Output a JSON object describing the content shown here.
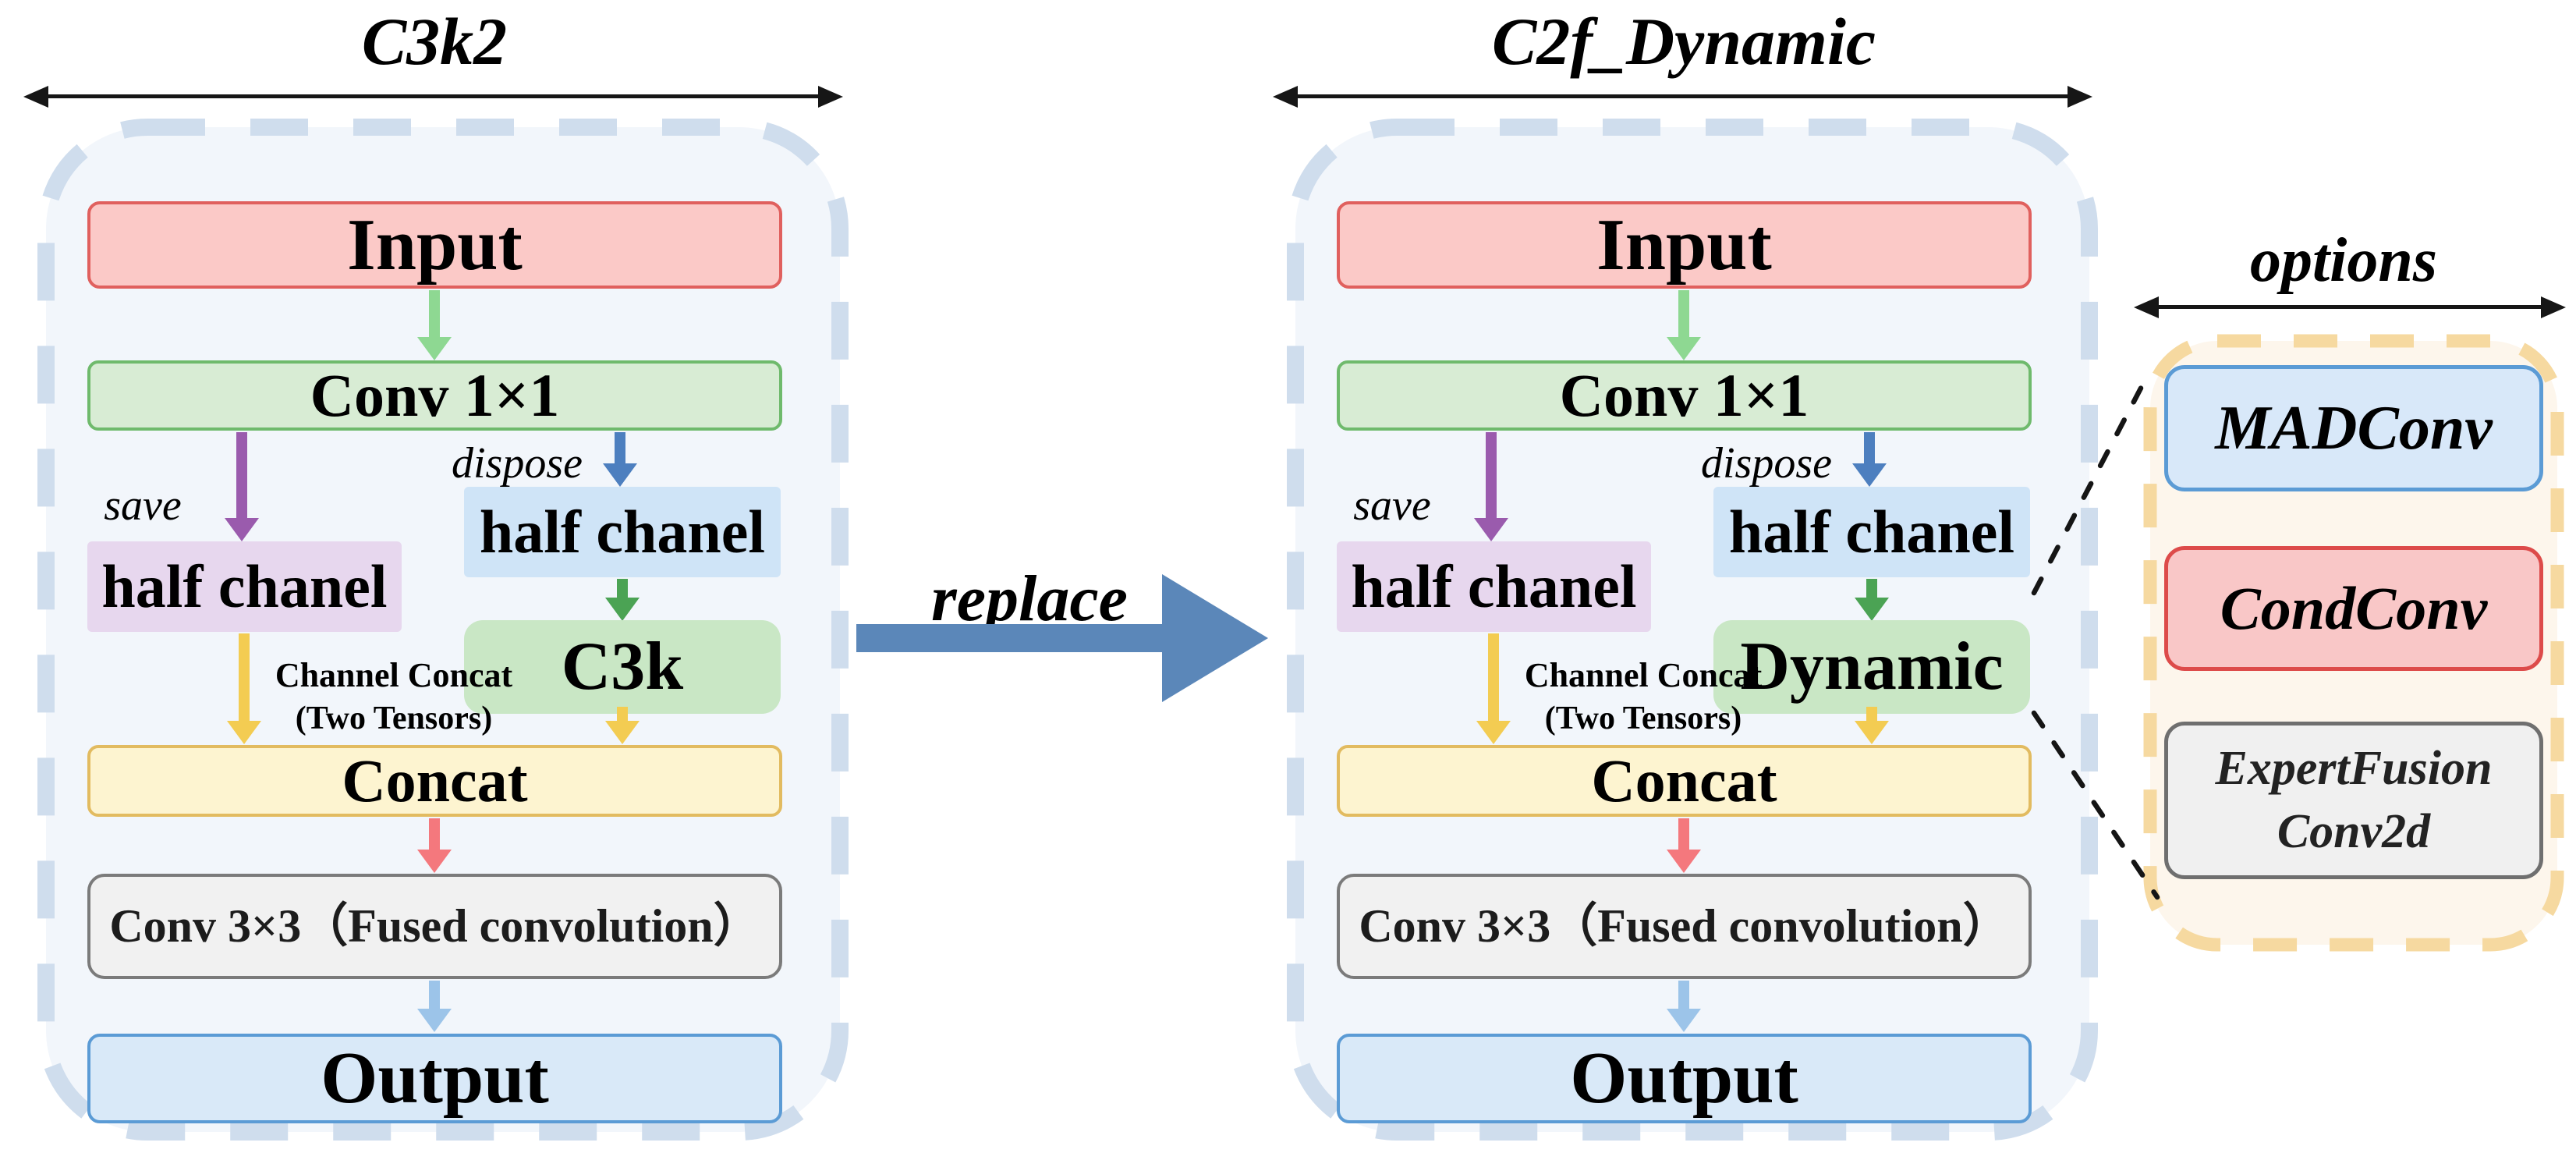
{
  "left": {
    "title": "C3k2",
    "input": "Input",
    "conv1": "Conv 1×1",
    "save": "save",
    "dispose": "dispose",
    "half_save": "half chanel",
    "half_dispose": "half chanel",
    "branch": "C3k",
    "concat_note1": "Channel Concat",
    "concat_note2": "(Two Tensors)",
    "concat": "Concat",
    "conv3": "Conv 3×3（Fused convolution）",
    "output": "Output"
  },
  "right": {
    "title": "C2f_Dynamic",
    "input": "Input",
    "conv1": "Conv 1×1",
    "save": "save",
    "dispose": "dispose",
    "half_save": "half chanel",
    "half_dispose": "half chanel",
    "branch": "Dynamic",
    "concat_note1": "Channel Concat",
    "concat_note2": "(Two Tensors)",
    "concat": "Concat",
    "conv3": "Conv 3×3（Fused convolution）",
    "output": "Output"
  },
  "replace": {
    "label": "replace"
  },
  "options": {
    "title": "options",
    "items": [
      {
        "label": "MADConv"
      },
      {
        "label": "CondConv"
      },
      {
        "label": "ExpertFusion",
        "label2": "Conv2d"
      }
    ]
  },
  "palette": {
    "panel_fill": "#f2f6fb",
    "panel_dash": "#cfdded",
    "options_fill": "#fdf6ec",
    "options_dash": "#f6d9a0",
    "input_fill": "#fbc9c7",
    "input_border": "#e0605e",
    "conv1_fill": "#d8ecd4",
    "conv1_border": "#6fba6c",
    "half_save_fill": "#e7d7ee",
    "half_dispose_fill": "#cfe4f7",
    "branch_fill": "#c9e7c5",
    "concat_fill": "#fdf4d0",
    "concat_border": "#e2bb60",
    "conv3_fill": "#f1f1f1",
    "conv3_border": "#7b7b7b",
    "output_fill": "#d9e9f8",
    "output_border": "#5b9bd5",
    "arrow_green": "#8ed892",
    "arrow_purple": "#9a5bad",
    "arrow_blue": "#4d7fbf",
    "arrow_green_dark": "#4ba354",
    "arrow_yellow": "#f3cc52",
    "arrow_red": "#f4787d",
    "arrow_lightblue": "#9cc4e9",
    "replace_arrow": "#5b87b9",
    "madconv_fill": "#d8e8f9",
    "madconv_border": "#5b9bd5",
    "condconv_fill": "#f9c7c7",
    "condconv_border": "#dd4b4a",
    "expert_fill": "#f0f0f0",
    "expert_border": "#6f6f6f",
    "connector_line": "#151515"
  }
}
